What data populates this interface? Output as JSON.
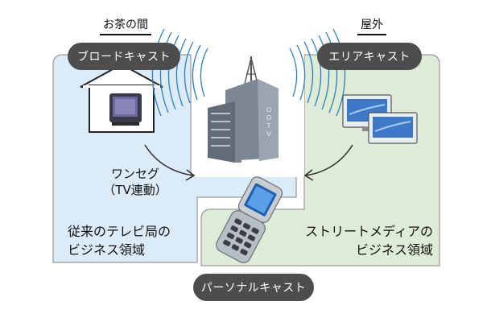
{
  "headers": {
    "left": "お茶の間",
    "right": "屋外"
  },
  "pills": {
    "broadcast": "ブロードキャスト",
    "area": "エリアキャスト",
    "personal": "パーソナルキャスト"
  },
  "labels": {
    "oneseg_line1": "ワンセグ",
    "oneseg_line2": "（TV連動）",
    "tv_business_line1": "従来のテレビ局の",
    "tv_business_line2": "ビジネス領域",
    "street_business_line1": "ストリートメディアの",
    "street_business_line2": "ビジネス領域"
  },
  "building_sign": "OOTV",
  "colors": {
    "left_region": "#dcebf8",
    "right_region": "#deecd7",
    "region_border": "#9a9a9a",
    "pill": "#4d4d4d",
    "waves": "#2d7fbf",
    "building": "#7d8794"
  },
  "icons": [
    "house-tv-icon",
    "tv-icon",
    "building-tower-icon",
    "signal-waves-icon",
    "display-screen-icon",
    "mobile-phone-icon",
    "curved-arrow-icon"
  ]
}
